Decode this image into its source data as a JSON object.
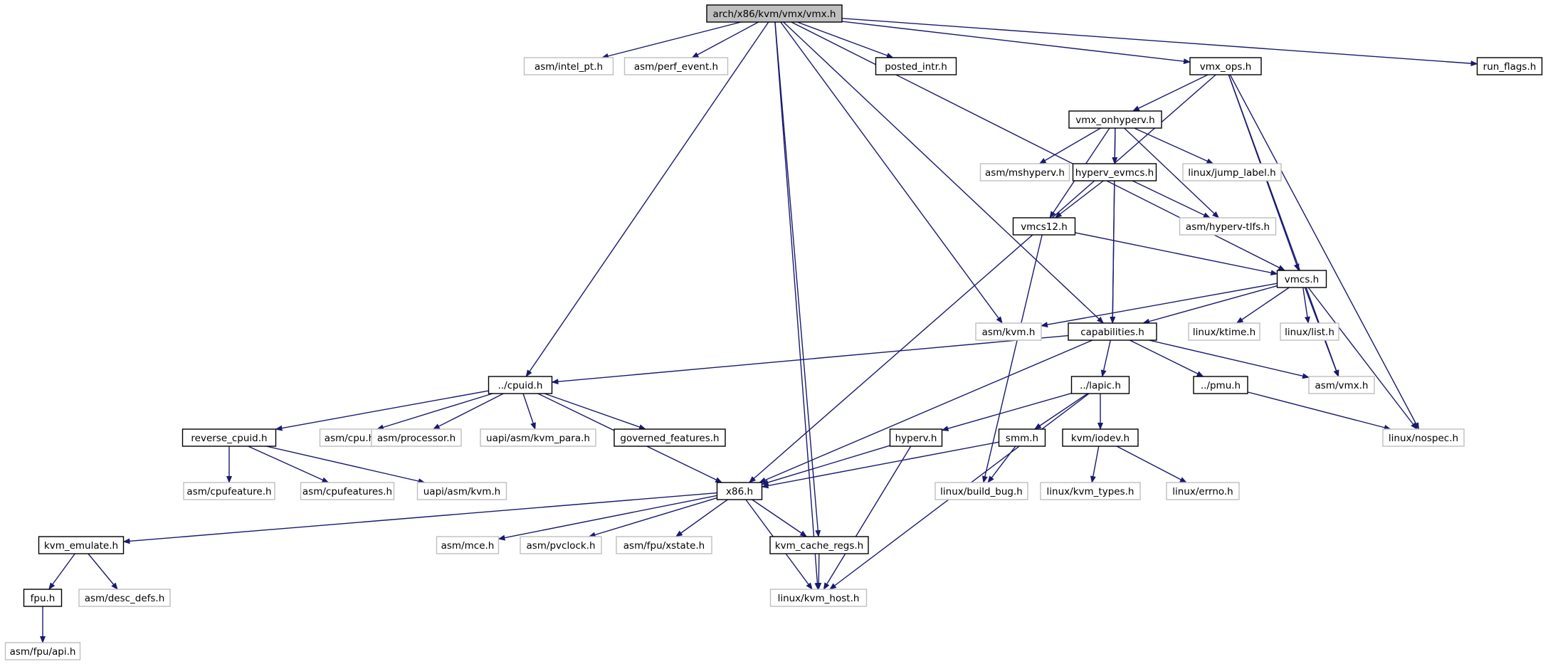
{
  "graph": {
    "nodes": [
      {
        "id": "vmx_h",
        "label": "arch/x86/kvm/vmx/vmx.h",
        "kind": "root"
      },
      {
        "id": "intel_pt",
        "label": "asm/intel_pt.h",
        "kind": "external"
      },
      {
        "id": "perf_event",
        "label": "asm/perf_event.h",
        "kind": "external"
      },
      {
        "id": "posted_intr",
        "label": "posted_intr.h",
        "kind": "local"
      },
      {
        "id": "vmx_ops",
        "label": "vmx_ops.h",
        "kind": "local"
      },
      {
        "id": "run_flags",
        "label": "run_flags.h",
        "kind": "local"
      },
      {
        "id": "vmx_onhyperv",
        "label": "vmx_onhyperv.h",
        "kind": "local"
      },
      {
        "id": "mshyperv",
        "label": "asm/mshyperv.h",
        "kind": "external"
      },
      {
        "id": "hyperv_evmcs",
        "label": "hyperv_evmcs.h",
        "kind": "local"
      },
      {
        "id": "jump_label",
        "label": "linux/jump_label.h",
        "kind": "external"
      },
      {
        "id": "vmcs12",
        "label": "vmcs12.h",
        "kind": "local"
      },
      {
        "id": "hyperv_tlfs",
        "label": "asm/hyperv-tlfs.h",
        "kind": "external"
      },
      {
        "id": "vmcs",
        "label": "vmcs.h",
        "kind": "local"
      },
      {
        "id": "asm_kvm",
        "label": "asm/kvm.h",
        "kind": "external"
      },
      {
        "id": "capabilities",
        "label": "capabilities.h",
        "kind": "local"
      },
      {
        "id": "ktime",
        "label": "linux/ktime.h",
        "kind": "external"
      },
      {
        "id": "list",
        "label": "linux/list.h",
        "kind": "external"
      },
      {
        "id": "cpuid",
        "label": "../cpuid.h",
        "kind": "local"
      },
      {
        "id": "lapic",
        "label": "../lapic.h",
        "kind": "local"
      },
      {
        "id": "pmu",
        "label": "../pmu.h",
        "kind": "local"
      },
      {
        "id": "asm_vmx",
        "label": "asm/vmx.h",
        "kind": "external"
      },
      {
        "id": "reverse_cpuid",
        "label": "reverse_cpuid.h",
        "kind": "local"
      },
      {
        "id": "asm_cpu",
        "label": "asm/cpu.h",
        "kind": "external"
      },
      {
        "id": "asm_processor",
        "label": "asm/processor.h",
        "kind": "external"
      },
      {
        "id": "kvm_para",
        "label": "uapi/asm/kvm_para.h",
        "kind": "external"
      },
      {
        "id": "governed",
        "label": "governed_features.h",
        "kind": "local"
      },
      {
        "id": "hyperv",
        "label": "hyperv.h",
        "kind": "local"
      },
      {
        "id": "smm",
        "label": "smm.h",
        "kind": "local"
      },
      {
        "id": "iodev",
        "label": "kvm/iodev.h",
        "kind": "local"
      },
      {
        "id": "nospec",
        "label": "linux/nospec.h",
        "kind": "external"
      },
      {
        "id": "cpufeature",
        "label": "asm/cpufeature.h",
        "kind": "external"
      },
      {
        "id": "cpufeatures",
        "label": "asm/cpufeatures.h",
        "kind": "external"
      },
      {
        "id": "uapi_kvm",
        "label": "uapi/asm/kvm.h",
        "kind": "external"
      },
      {
        "id": "x86",
        "label": "x86.h",
        "kind": "local"
      },
      {
        "id": "build_bug",
        "label": "linux/build_bug.h",
        "kind": "external"
      },
      {
        "id": "kvm_types",
        "label": "linux/kvm_types.h",
        "kind": "external"
      },
      {
        "id": "errno",
        "label": "linux/errno.h",
        "kind": "external"
      },
      {
        "id": "kvm_emulate",
        "label": "kvm_emulate.h",
        "kind": "local"
      },
      {
        "id": "mce",
        "label": "asm/mce.h",
        "kind": "external"
      },
      {
        "id": "pvclock",
        "label": "asm/pvclock.h",
        "kind": "external"
      },
      {
        "id": "xstate",
        "label": "asm/fpu/xstate.h",
        "kind": "external"
      },
      {
        "id": "kvm_cache_regs",
        "label": "kvm_cache_regs.h",
        "kind": "local"
      },
      {
        "id": "fpu",
        "label": "fpu.h",
        "kind": "local"
      },
      {
        "id": "desc_defs",
        "label": "asm/desc_defs.h",
        "kind": "external"
      },
      {
        "id": "kvm_host",
        "label": "linux/kvm_host.h",
        "kind": "external"
      },
      {
        "id": "fpu_api",
        "label": "asm/fpu/api.h",
        "kind": "external"
      }
    ],
    "edges": [
      [
        "vmx_h",
        "kvm_host"
      ],
      [
        "vmx_h",
        "cpuid"
      ],
      [
        "vmx_h",
        "intel_pt"
      ],
      [
        "vmx_h",
        "perf_event"
      ],
      [
        "vmx_h",
        "asm_kvm"
      ],
      [
        "vmx_h",
        "kvm_cache_regs"
      ],
      [
        "vmx_h",
        "capabilities"
      ],
      [
        "vmx_h",
        "posted_intr"
      ],
      [
        "vmx_h",
        "vmx_ops"
      ],
      [
        "vmx_h",
        "vmcs"
      ],
      [
        "vmx_h",
        "run_flags"
      ],
      [
        "vmx_ops",
        "x86"
      ],
      [
        "vmx_ops",
        "vmx_onhyperv"
      ],
      [
        "vmx_ops",
        "vmcs"
      ],
      [
        "vmx_ops",
        "asm_vmx"
      ],
      [
        "vmx_ops",
        "nospec"
      ],
      [
        "vmx_onhyperv",
        "capabilities"
      ],
      [
        "vmx_onhyperv",
        "vmcs12"
      ],
      [
        "vmx_onhyperv",
        "mshyperv"
      ],
      [
        "vmx_onhyperv",
        "hyperv_evmcs"
      ],
      [
        "vmx_onhyperv",
        "jump_label"
      ],
      [
        "vmx_onhyperv",
        "hyperv_tlfs"
      ],
      [
        "hyperv_evmcs",
        "vmcs12"
      ],
      [
        "hyperv_evmcs",
        "hyperv_tlfs"
      ],
      [
        "hyperv_evmcs",
        "capabilities"
      ],
      [
        "vmcs12",
        "vmcs"
      ],
      [
        "vmcs12",
        "build_bug"
      ],
      [
        "vmcs",
        "asm_kvm"
      ],
      [
        "vmcs",
        "capabilities"
      ],
      [
        "vmcs",
        "ktime"
      ],
      [
        "vmcs",
        "list"
      ],
      [
        "vmcs",
        "asm_vmx"
      ],
      [
        "vmcs",
        "nospec"
      ],
      [
        "capabilities",
        "cpuid"
      ],
      [
        "capabilities",
        "x86"
      ],
      [
        "capabilities",
        "lapic"
      ],
      [
        "capabilities",
        "pmu"
      ],
      [
        "capabilities",
        "asm_vmx"
      ],
      [
        "pmu",
        "nospec"
      ],
      [
        "cpuid",
        "reverse_cpuid"
      ],
      [
        "cpuid",
        "asm_cpu"
      ],
      [
        "cpuid",
        "asm_processor"
      ],
      [
        "cpuid",
        "kvm_para"
      ],
      [
        "cpuid",
        "governed"
      ],
      [
        "cpuid",
        "x86"
      ],
      [
        "lapic",
        "hyperv"
      ],
      [
        "lapic",
        "smm"
      ],
      [
        "lapic",
        "iodev"
      ],
      [
        "lapic",
        "kvm_host"
      ],
      [
        "reverse_cpuid",
        "cpufeature"
      ],
      [
        "reverse_cpuid",
        "cpufeatures"
      ],
      [
        "reverse_cpuid",
        "uapi_kvm"
      ],
      [
        "hyperv",
        "x86"
      ],
      [
        "hyperv",
        "kvm_host"
      ],
      [
        "smm",
        "x86"
      ],
      [
        "smm",
        "build_bug"
      ],
      [
        "iodev",
        "kvm_types"
      ],
      [
        "iodev",
        "errno"
      ],
      [
        "x86",
        "kvm_emulate"
      ],
      [
        "x86",
        "mce"
      ],
      [
        "x86",
        "pvclock"
      ],
      [
        "x86",
        "xstate"
      ],
      [
        "x86",
        "kvm_cache_regs"
      ],
      [
        "x86",
        "kvm_host"
      ],
      [
        "kvm_cache_regs",
        "kvm_host"
      ],
      [
        "kvm_emulate",
        "fpu"
      ],
      [
        "kvm_emulate",
        "desc_defs"
      ],
      [
        "fpu",
        "fpu_api"
      ]
    ]
  },
  "colors": {
    "edge": "#191970",
    "local_border": "#000000",
    "external_border": "#bfbfbf",
    "root_fill": "#bfbfbf",
    "node_fill": "#ffffff",
    "text": "#000000"
  }
}
